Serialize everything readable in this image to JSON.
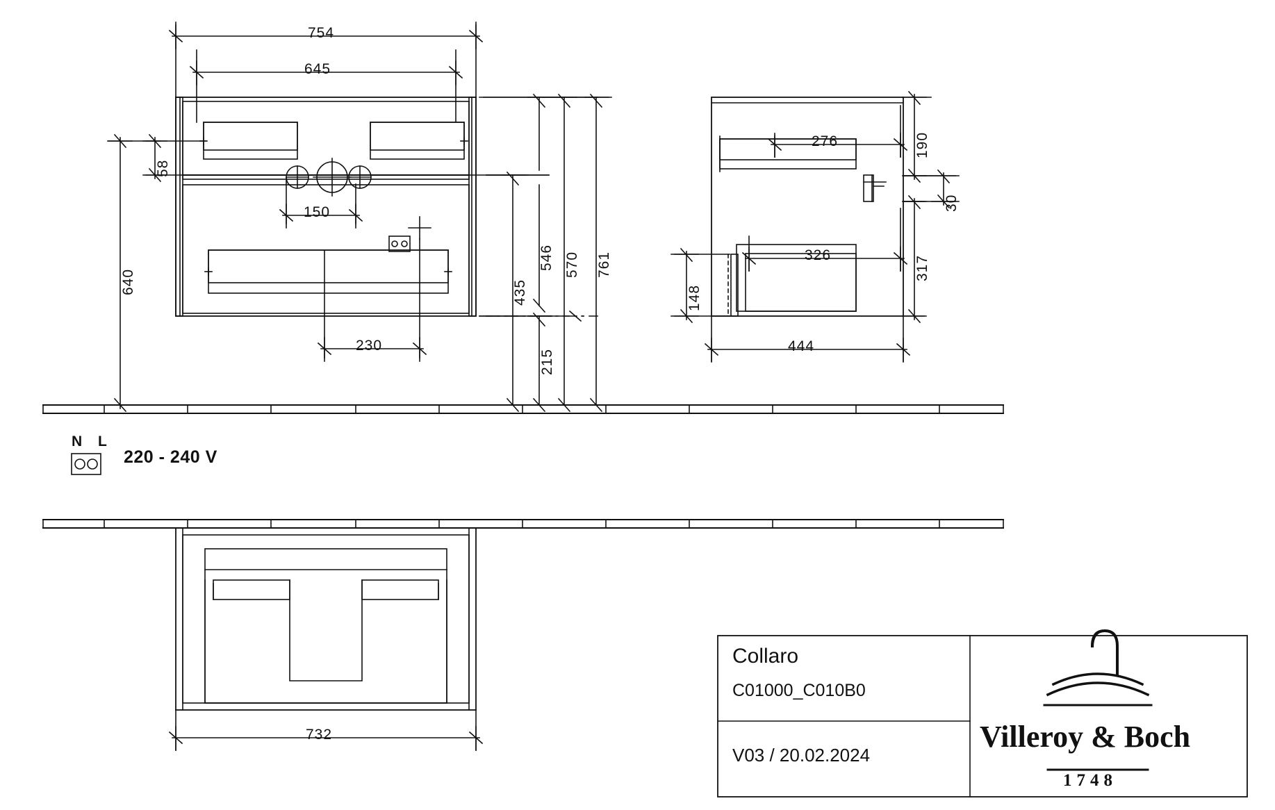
{
  "drawing": {
    "title": "Collaro",
    "article_code": "C01000_C010B0",
    "version": "V03 / 20.02.2024",
    "brand": "Villeroy & Boch",
    "brand_year": "1748",
    "electrical": {
      "n_label": "N",
      "l_label": "L",
      "voltage": "220 - 240 V"
    },
    "dimensions": {
      "front_width_outer": "754",
      "front_width_inner": "645",
      "front_inner_offset": "150",
      "front_drawer_offset": "230",
      "front_top_height": "58",
      "front_total_height": "640",
      "side_upper_depth": "276",
      "side_lower_depth": "326",
      "side_upper_height": "190",
      "side_gap": "30",
      "side_lower_height": "317",
      "side_bracket": "148",
      "side_total_depth": "444",
      "height_546": "546",
      "height_570": "570",
      "height_761": "761",
      "height_435": "435",
      "height_215": "215",
      "plan_width": "732"
    }
  }
}
